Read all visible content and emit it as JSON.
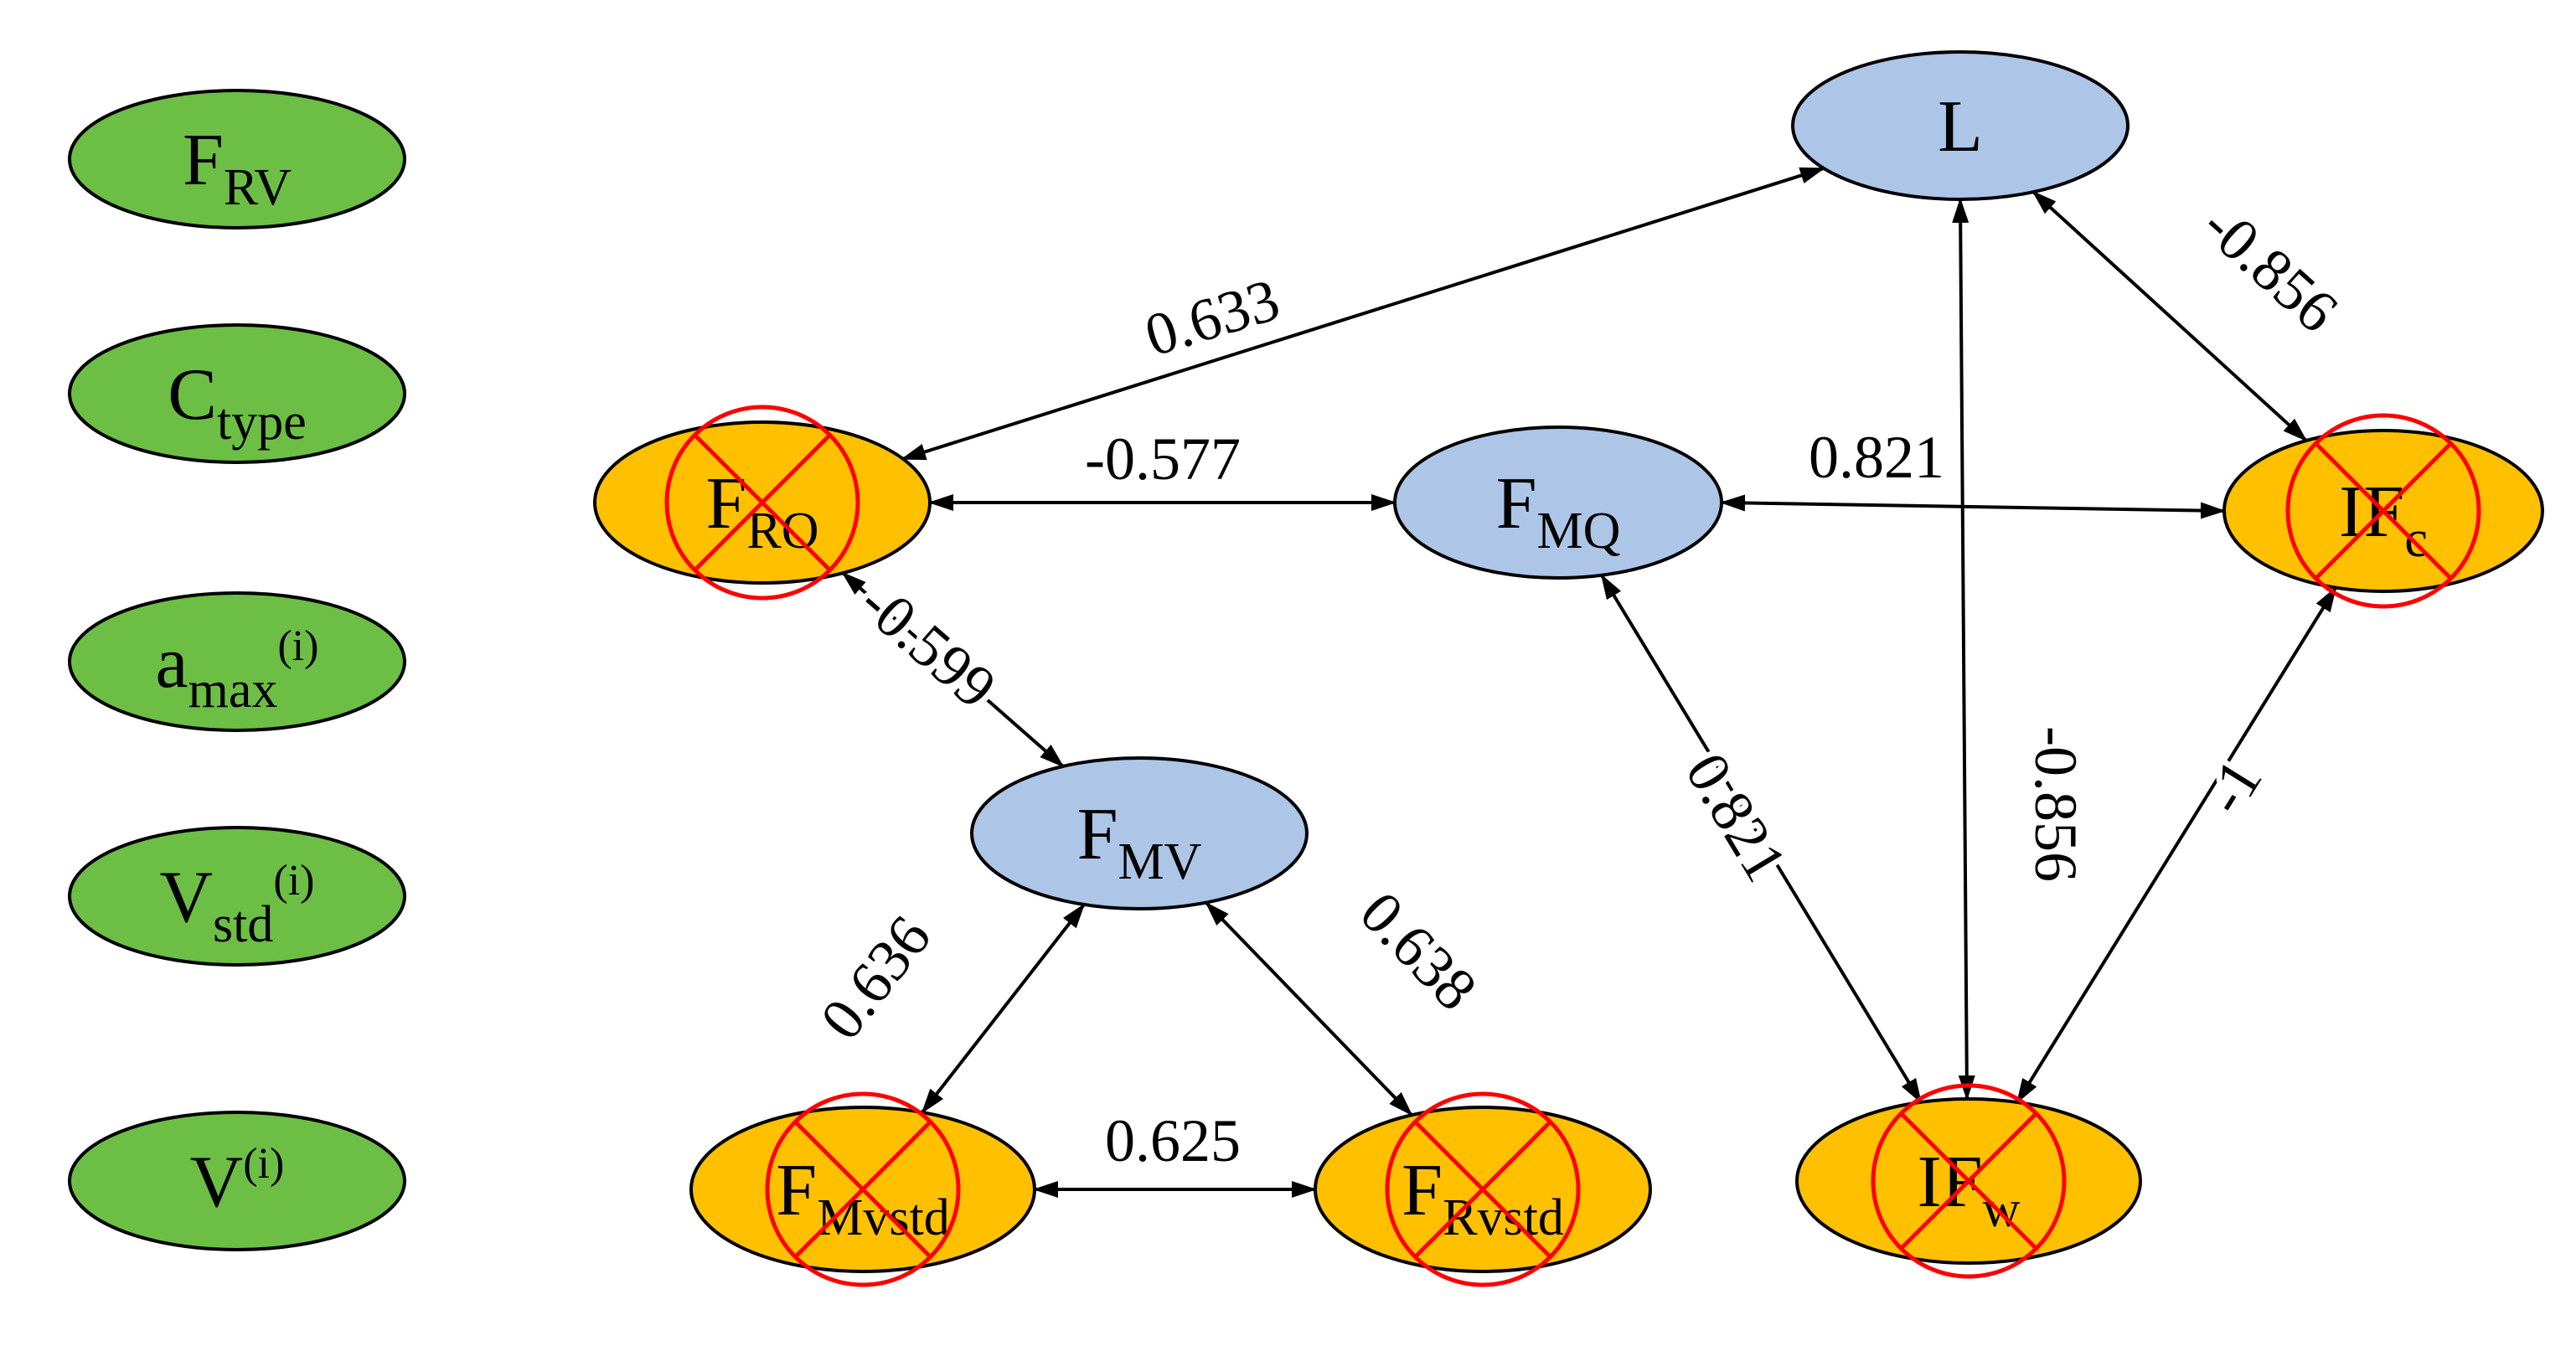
{
  "colors": {
    "green": "#6CBE45",
    "blue": "#ADC5E7",
    "orange": "#FFC000",
    "cross": "#FF0000",
    "outline": "#000000"
  },
  "legend": {
    "frv": {
      "main": "F",
      "sub": "RV"
    },
    "ctype": {
      "main": "C",
      "sub": "type"
    },
    "amax": {
      "main": "a",
      "sub": "max",
      "sup": "(i)"
    },
    "vstd": {
      "main": "V",
      "sub": "std",
      "sup": "(i)"
    },
    "vi": {
      "main": "V",
      "sup": "(i)"
    }
  },
  "nodes": {
    "l": {
      "main": "L",
      "color": "blue",
      "crossed": false
    },
    "fro": {
      "main": "F",
      "sub": "RO",
      "color": "orange",
      "crossed": true
    },
    "fmq": {
      "main": "F",
      "sub": "MQ",
      "color": "blue",
      "crossed": false
    },
    "ifc": {
      "main": "IF",
      "sub": "c",
      "color": "orange",
      "crossed": true
    },
    "fmv": {
      "main": "F",
      "sub": "MV",
      "color": "blue",
      "crossed": false
    },
    "fmvstd": {
      "main": "F",
      "sub": "Mvstd",
      "color": "orange",
      "crossed": true
    },
    "frvstd": {
      "main": "F",
      "sub": "Rvstd",
      "color": "orange",
      "crossed": true
    },
    "ifw": {
      "main": "IF",
      "sub": "w",
      "color": "orange",
      "crossed": true
    }
  },
  "edges": {
    "fro_l": {
      "from": "F_RO",
      "to": "L",
      "value": "0.633"
    },
    "fro_fmq": {
      "from": "F_RO",
      "to": "F_MQ",
      "value": "-0.577"
    },
    "fmq_ifc": {
      "from": "F_MQ",
      "to": "IF_c",
      "value": "0.821"
    },
    "l_ifc": {
      "from": "L",
      "to": "IF_c",
      "value": "-0.856"
    },
    "fro_fmv": {
      "from": "F_RO",
      "to": "F_MV",
      "value": "-0.599"
    },
    "fmv_fmvstd": {
      "from": "F_MV",
      "to": "F_Mvstd",
      "value": "0.636"
    },
    "fmv_frvstd": {
      "from": "F_MV",
      "to": "F_Rvstd",
      "value": "0.638"
    },
    "fmvstd_frvstd": {
      "from": "F_Mvstd",
      "to": "F_Rvstd",
      "value": "0.625"
    },
    "fmq_ifw": {
      "from": "F_MQ",
      "to": "IF_w",
      "value": "0.821"
    },
    "l_ifw": {
      "from": "L",
      "to": "IF_w",
      "value": "-0.856"
    },
    "ifc_ifw": {
      "from": "IF_c",
      "to": "IF_w",
      "value": "-1"
    }
  }
}
